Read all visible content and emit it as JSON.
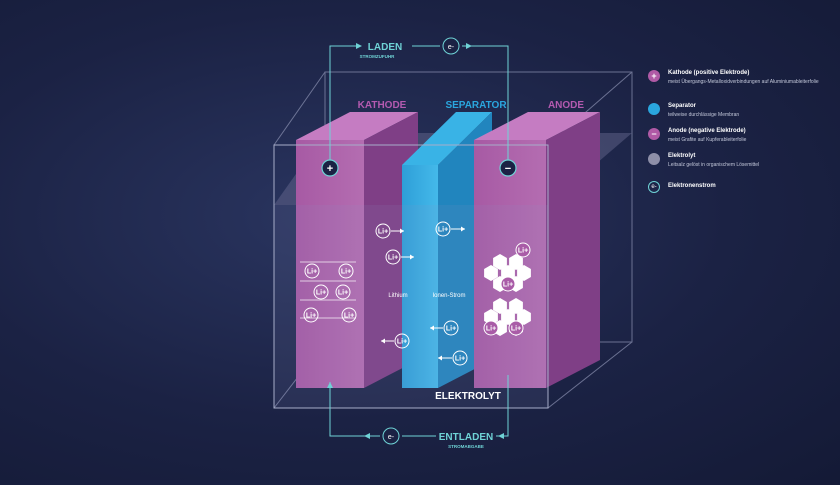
{
  "labels": {
    "charge": "LADEN",
    "charge_sub": "STROMZUFUHR",
    "discharge": "ENTLADEN",
    "discharge_sub": "STROMABGABE",
    "cathode": "KATHODE",
    "separator": "SEPARATOR",
    "anode": "ANODE",
    "electrolyte": "ELEKTROLYT",
    "lithium": "Lithium",
    "ion_current": "Ionen-Strom",
    "ion": "Li+",
    "electron": "e-",
    "plus": "+",
    "minus": "−"
  },
  "legend": [
    {
      "icon": "+",
      "color": "#b05aa6",
      "title": "Kathode (positive Elektrode)",
      "desc": "meist Übergangs-Metalloxidverbindungen auf Aluminiumableiterfolie"
    },
    {
      "icon": "",
      "color": "#2aa6de",
      "title": "Separator",
      "desc": "teilweise durchlässige Membran"
    },
    {
      "icon": "−",
      "color": "#b05aa6",
      "title": "Anode (negative Elektrode)",
      "desc": "meist Grafite auf Kupferableiterfolie"
    },
    {
      "icon": "",
      "color": "#8e8fa8",
      "title": "Elektrolyt",
      "desc": "Leitsalz gelöst in organischem Lösemittel"
    },
    {
      "icon": "e-",
      "color": "transparent",
      "title": "Elektronenstrom",
      "desc": ""
    }
  ],
  "colors": {
    "cathode": "#a95ca7",
    "anode": "#a95ca7",
    "separator": "#2aa6de",
    "electron_flow": "#6fd3d6",
    "label_purple": "#b35ab0",
    "label_blue": "#2aa6de"
  }
}
